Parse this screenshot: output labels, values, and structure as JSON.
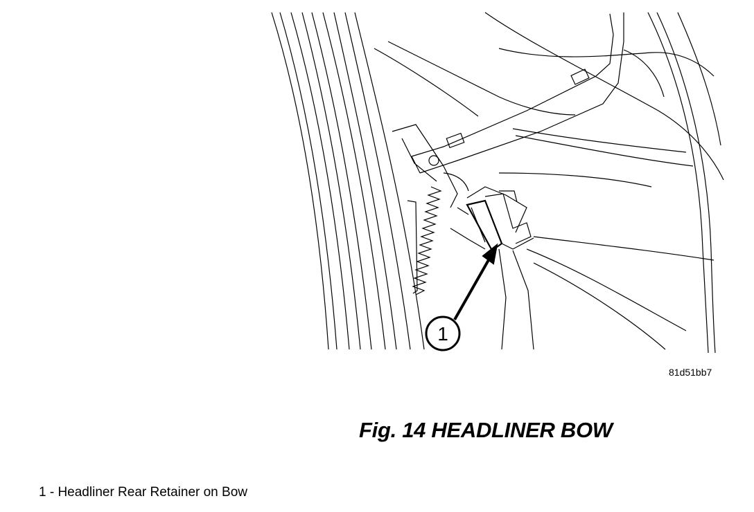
{
  "figure": {
    "reference_code": "81d51bb7",
    "caption": "Fig. 14 HEADLINER BOW"
  },
  "callouts": [
    {
      "number": "1",
      "label": "1 - Headliner Rear Retainer on Bow"
    }
  ],
  "icons": [
    "callout-circle-icon",
    "arrow-icon"
  ]
}
